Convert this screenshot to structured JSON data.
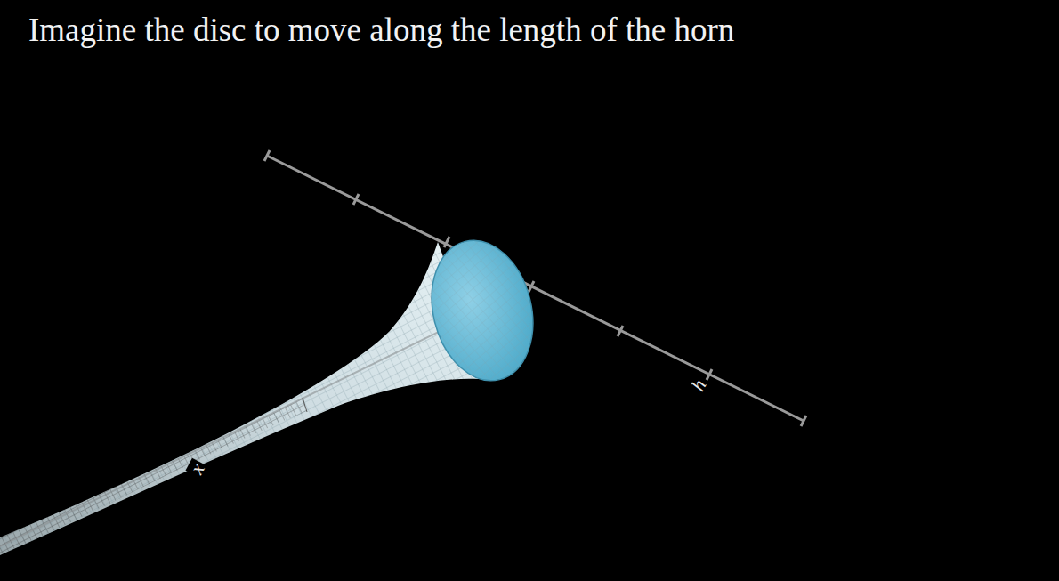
{
  "diagram": {
    "title": "Imagine the disc to move along the length of the horn",
    "labels": [
      "x",
      "h"
    ]
  }
}
